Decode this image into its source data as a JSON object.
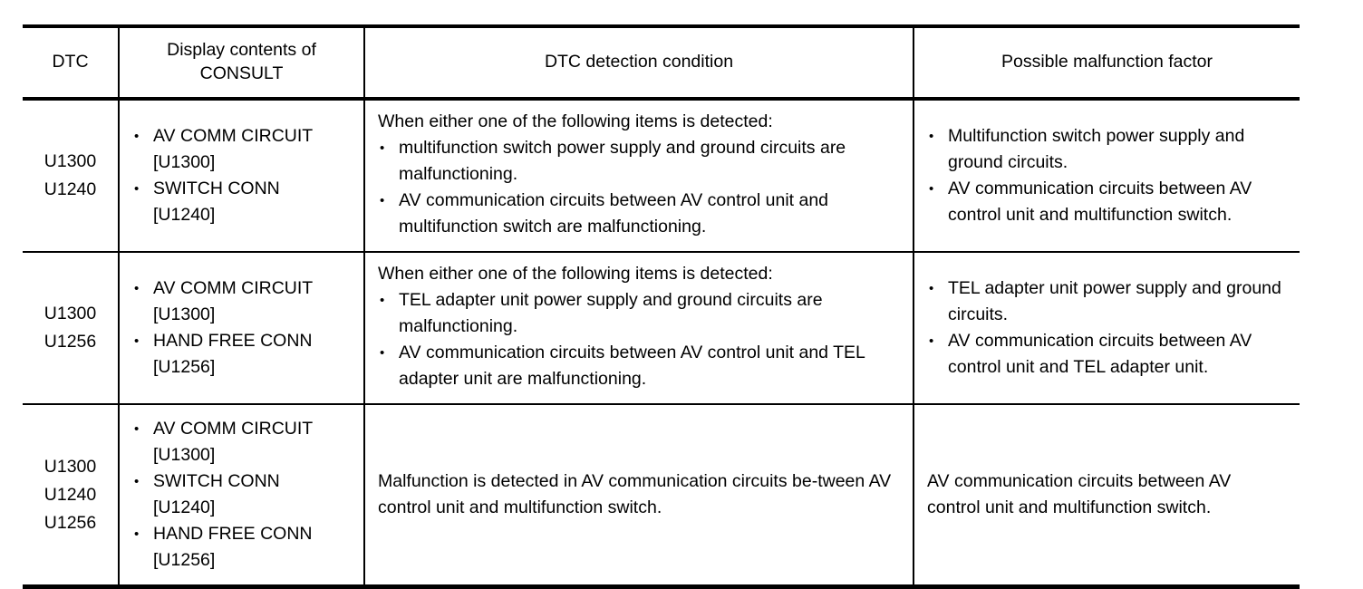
{
  "table": {
    "headers": [
      {
        "id": "dtc",
        "label": "DTC"
      },
      {
        "id": "consult",
        "label": "Display contents of\nCONSULT"
      },
      {
        "id": "condition",
        "label": "DTC detection condition"
      },
      {
        "id": "factor",
        "label": "Possible malfunction factor"
      }
    ],
    "rows": [
      {
        "dtc": "U1300\nU1240",
        "consult_items": [
          "AV COMM CIRCUIT\n[U1300]",
          "SWITCH CONN\n[U1240]"
        ],
        "condition_lead": "When either one of the following items is detected:",
        "condition_items": [
          "multifunction switch power supply and ground circuits are malfunctioning.",
          "AV communication circuits between AV control unit and multifunction switch are malfunctioning."
        ],
        "factor_items": [
          "Multifunction switch power supply and ground circuits.",
          "AV communication circuits between AV control unit and multifunction switch."
        ]
      },
      {
        "dtc": "U1300\nU1256",
        "consult_items": [
          "AV COMM CIRCUIT\n[U1300]",
          "HAND FREE CONN\n[U1256]"
        ],
        "condition_lead": "When either one of the following items is detected:",
        "condition_items": [
          "TEL adapter unit power supply and ground circuits are malfunctioning.",
          "AV communication circuits between AV control unit and TEL adapter unit are malfunctioning."
        ],
        "factor_items": [
          "TEL adapter unit power supply and ground circuits.",
          "AV communication circuits between AV control unit and TEL adapter unit."
        ]
      },
      {
        "dtc": "U1300\nU1240\nU1256",
        "consult_items": [
          "AV COMM CIRCUIT\n[U1300]",
          "SWITCH CONN\n[U1240]",
          "HAND FREE CONN\n[U1256]"
        ],
        "condition_paragraph": "Malfunction is detected in AV communication circuits be-tween AV control unit and multifunction switch.",
        "factor_paragraph": "AV communication circuits between AV control unit and multifunction switch."
      }
    ]
  }
}
